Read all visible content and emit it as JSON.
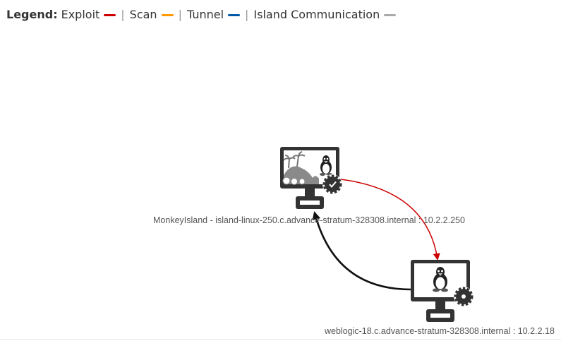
{
  "legend": {
    "title": "Legend:",
    "items": [
      {
        "label": "Exploit",
        "color": "#cc0000"
      },
      {
        "label": "Scan",
        "color": "#ff9900"
      },
      {
        "label": "Tunnel",
        "color": "#0158aa"
      },
      {
        "label": "Island Communication",
        "color": "#a9aaa9"
      }
    ],
    "separator": "|"
  },
  "nodes": {
    "island": {
      "label": "MonkeyIsland - island-linux-250.c.advance-stratum-328308.internal : 10.2.2.250",
      "icon": "monkey-island-linux-monitor-icon"
    },
    "weblogic": {
      "label": "weblogic-18.c.advance-stratum-328308.internal : 10.2.2.18",
      "icon": "linux-monitor-icon"
    }
  },
  "edges": [
    {
      "from": "island",
      "to": "weblogic",
      "type": "Exploit",
      "color": "#cc0000"
    },
    {
      "from": "weblogic",
      "to": "island",
      "type": "Island Communication",
      "color": "#111111"
    }
  ]
}
